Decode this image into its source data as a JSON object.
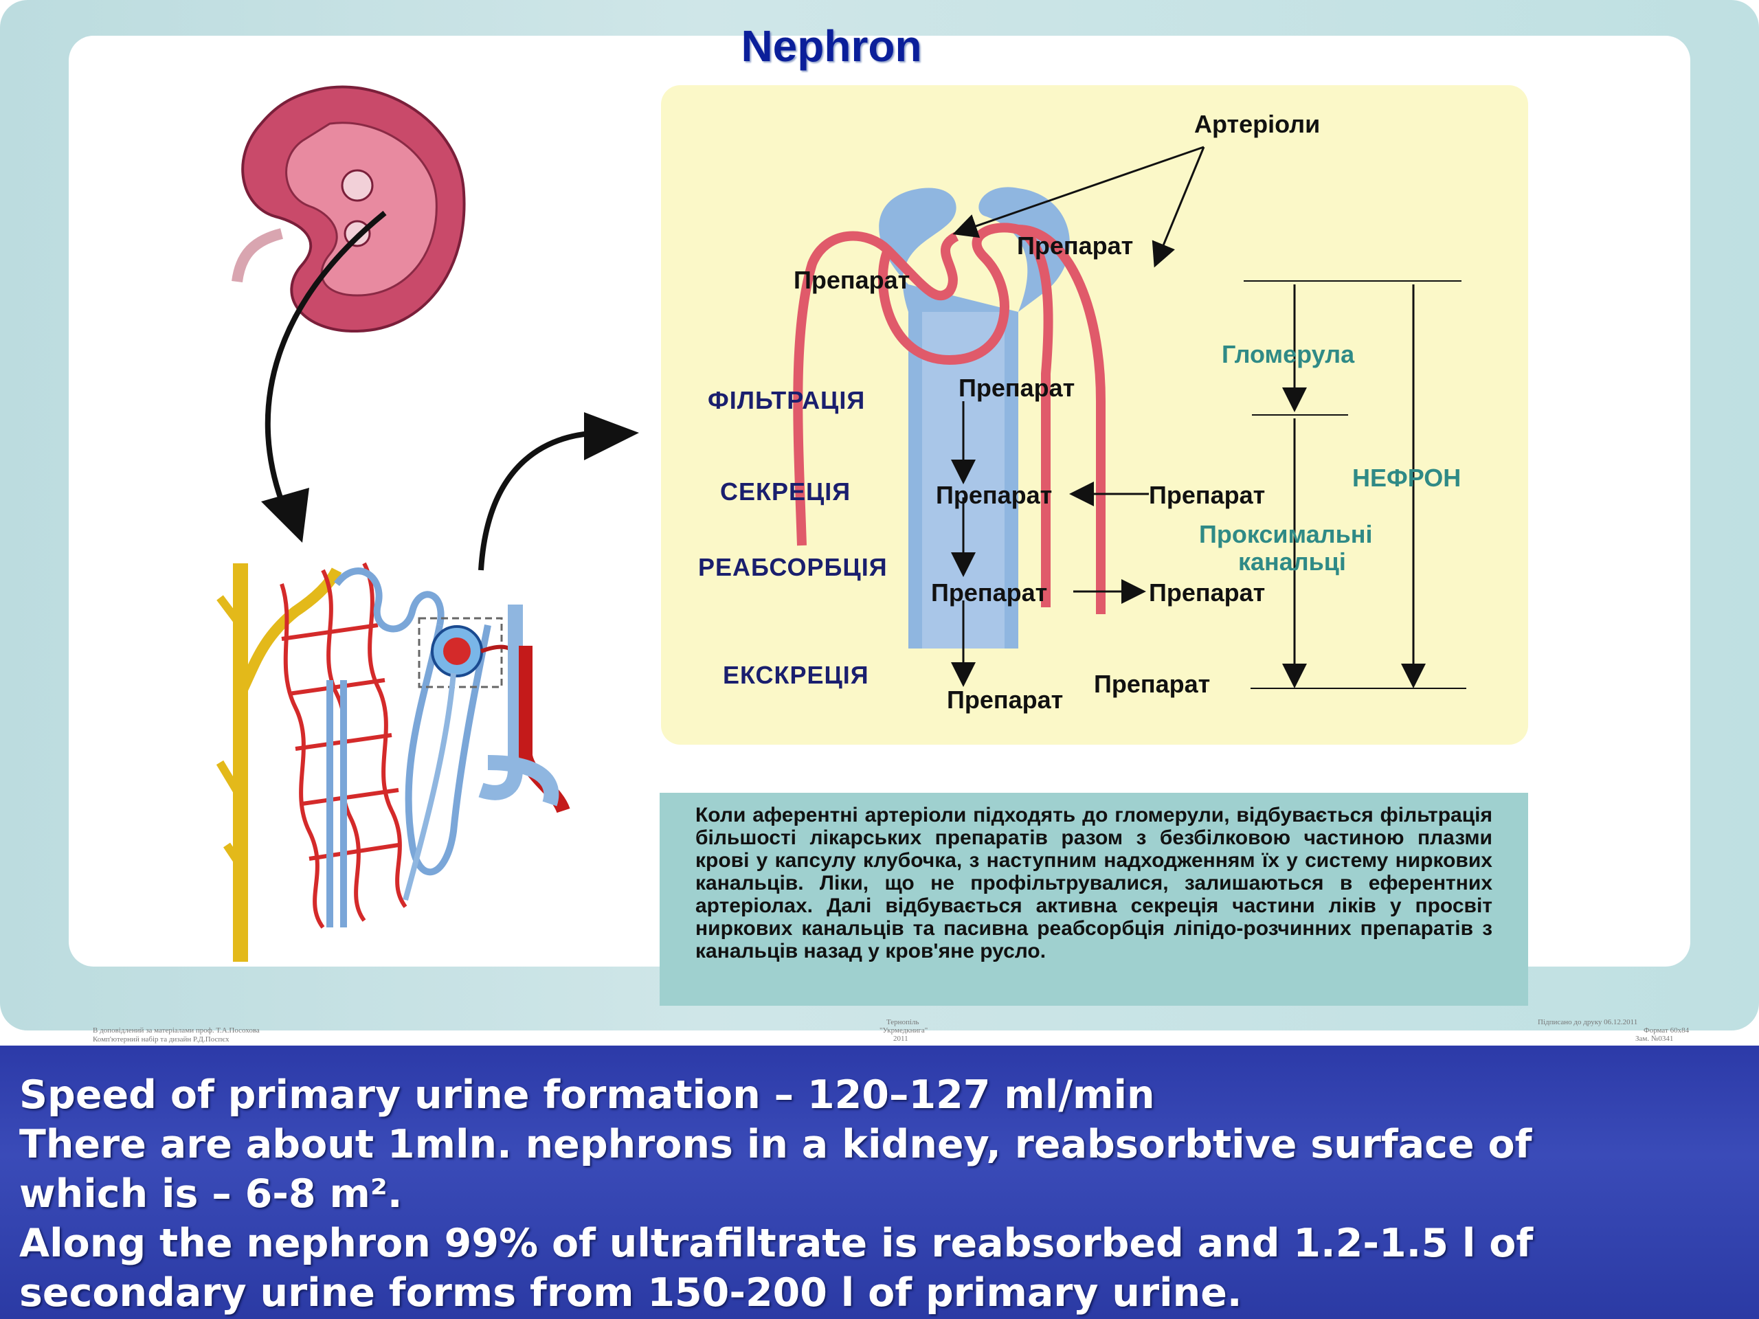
{
  "title": "Nephron",
  "diagram": {
    "arterioles_label": "Артеріоли",
    "drug_label": "Препарат",
    "glomerulus_label": "Гломерула",
    "nephron_label": "НЕФРОН",
    "proximal_label_1": "Проксимальні",
    "proximal_label_2": "канальці",
    "processes": {
      "filtration": "ФІЛЬТРАЦІЯ",
      "secretion": "СЕКРЕЦІЯ",
      "reabsorption": "РЕАБСОРБЦІЯ",
      "excretion": "ЕКСКРЕЦІЯ"
    }
  },
  "note": "Коли аферентні артеріоли підходять до гломерули, відбувається фільтрація більшості лікарських препаратів разом з безбілковою частиною плазми крові у капсулу клубочка, з наступним надходженням їх у систему ниркових канальців. Ліки, що не профільтрувалися, залишаються в еферентних артеріолах. Далі відбувається активна секреція частини ліків у просвіт ниркових канальців та пасивна реабсорбція ліпідо-розчинних препаратів з канальців назад у кров'яне русло.",
  "footer": {
    "left_1": "В доповідлений за матеріалами проф. Т.А.Посохова",
    "left_2": "Комп'ютерний набір та дизайн Р.Д.Поспєх",
    "center_1": "Тернопіль",
    "center_2": "\"Укрмедкнига\"",
    "center_3": "2011",
    "right_1": "Підписано до друку 06.12.2011",
    "right_2": "Формат 60х84",
    "right_3": "Зам. №0341"
  },
  "bottom_lines": [
    "Speed of primary urine formation – 120–127 ml/min",
    "There are about 1mln. nephrons in a kidney, reabsorbtive surface of",
    "which is – 6-8 m².",
    "Along the nephron 99% of ultrafiltrate is reabsorbed and 1.2-1.5 l of",
    "secondary urine forms from 150-200 l of primary urine."
  ],
  "colors": {
    "vessel_red": "#e05a6a",
    "tubule_blue": "#8fb6e0",
    "duct_yellow": "#f0c430",
    "title_blue": "#0b1f9a"
  }
}
